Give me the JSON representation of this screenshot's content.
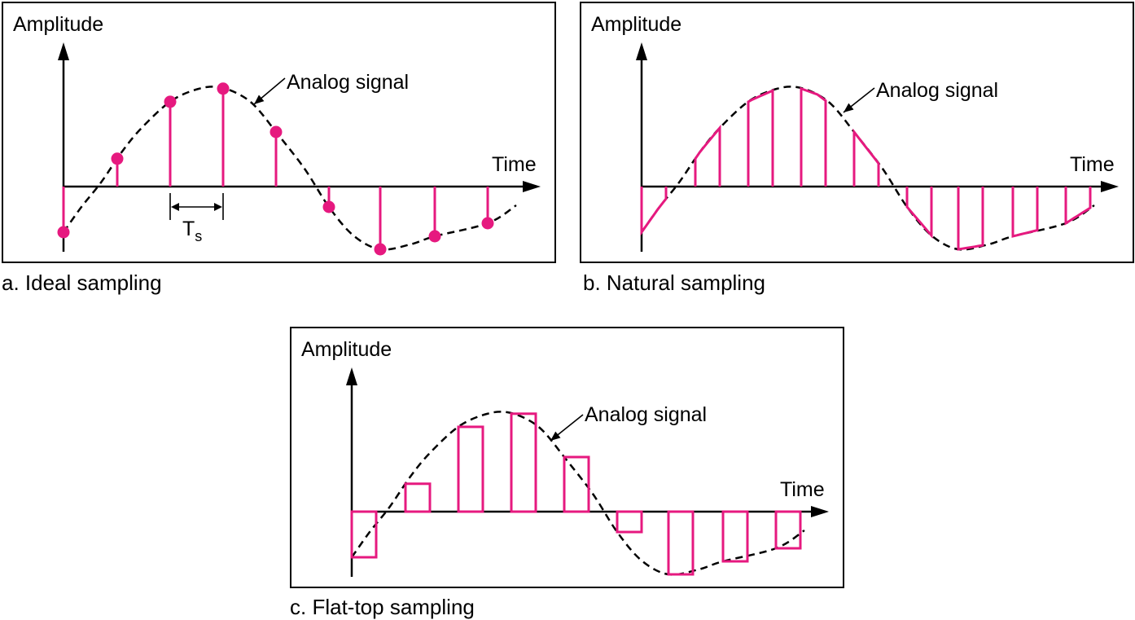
{
  "colors": {
    "sample": "#e6197f",
    "ink": "#000000"
  },
  "labels": {
    "amplitude": "Amplitude",
    "time": "Time",
    "analog_signal": "Analog signal",
    "ts_main": "T",
    "ts_sub": "s"
  },
  "panels": [
    {
      "id": "a",
      "caption": "a. Ideal sampling",
      "style": "ideal"
    },
    {
      "id": "b",
      "caption": "b. Natural sampling",
      "style": "natural"
    },
    {
      "id": "c",
      "caption": "c. Flat-top sampling",
      "style": "flat-top"
    }
  ]
}
